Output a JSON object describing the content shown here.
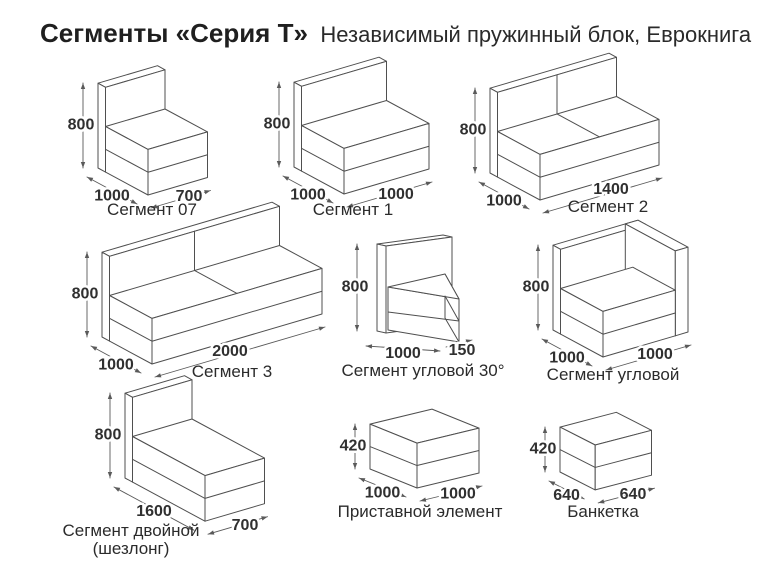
{
  "title": "Сегменты «Серия Т»",
  "subtitle": "Независимый пружинный блок, Еврокнига",
  "items": [
    {
      "name": "Сегмент 07",
      "dims": {
        "height": "800",
        "side": "1000",
        "front": "700"
      }
    },
    {
      "name": "Сегмент 1",
      "dims": {
        "height": "800",
        "side": "1000",
        "front": "1000"
      }
    },
    {
      "name": "Сегмент 2",
      "dims": {
        "height": "800",
        "side": "1000",
        "front": "1400"
      }
    },
    {
      "name": "Сегмент 3",
      "dims": {
        "height": "800",
        "side": "1000",
        "front": "2000"
      }
    },
    {
      "name": "Сегмент угловой 30°",
      "dims": {
        "height": "800",
        "side": "1000",
        "front": "150"
      }
    },
    {
      "name": "Сегмент угловой",
      "dims": {
        "height": "800",
        "side": "1000",
        "front": "1000"
      }
    },
    {
      "name": "Сегмент двойной\n(шезлонг)",
      "dims": {
        "height": "800",
        "side": "1600",
        "front": "700"
      }
    },
    {
      "name": "Приставной элемент",
      "dims": {
        "height": "420",
        "side": "1000",
        "front": "1000"
      }
    },
    {
      "name": "Банкетка",
      "dims": {
        "height": "420",
        "side": "640",
        "front": "640"
      }
    }
  ],
  "colors": {
    "line": "#4f4f4f",
    "dim_line": "#5a5a5a",
    "text": "#2b2b2b"
  }
}
